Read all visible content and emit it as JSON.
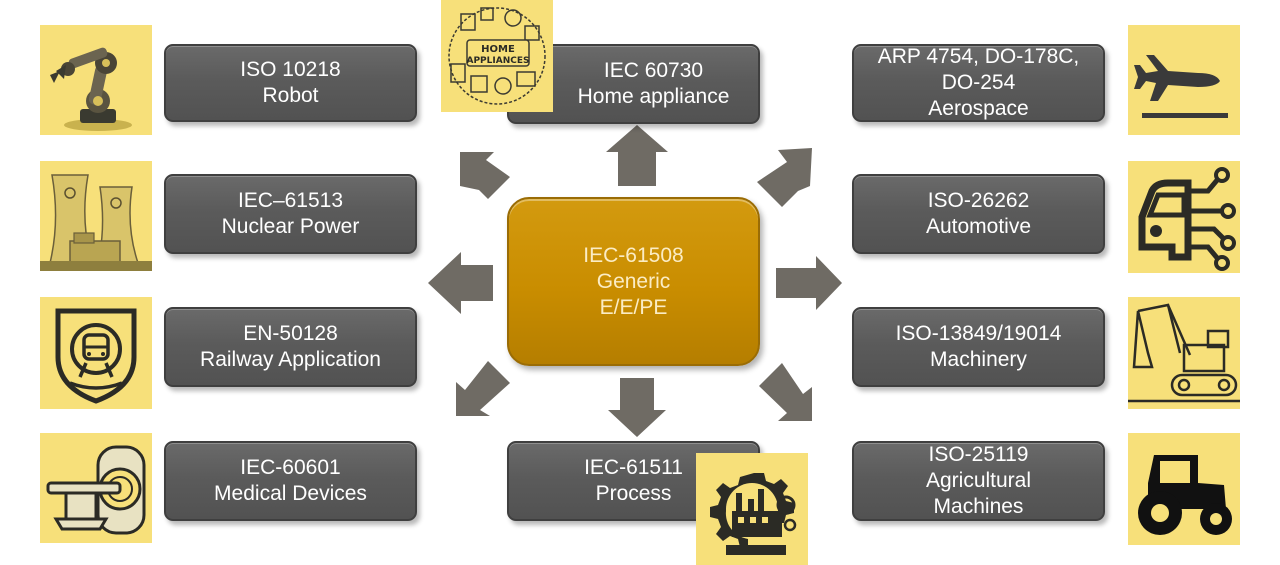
{
  "center": {
    "label": "IEC-61508\nGeneric\nE/E/PE"
  },
  "standards": {
    "robot": "ISO 10218\nRobot",
    "home": "IEC 60730\nHome appliance",
    "aero": "ARP 4754, DO-178C,\nDO-254\nAerospace",
    "nuclear": "IEC–61513\nNuclear Power",
    "auto": "ISO-26262\nAutomotive",
    "rail": "EN-50128\nRailway Application",
    "machinery": "ISO-13849/19014\nMachinery",
    "medical": "IEC-60601\nMedical Devices",
    "process": "IEC-61511\nProcess",
    "agri": "ISO-25119\nAgricultural\nMachines"
  },
  "home_icon_text": {
    "line1": "HOME",
    "line2": "APPLIANCES"
  },
  "colors": {
    "box": "#5b5b5b",
    "center": "#c98d00",
    "tile": "#f7e07a",
    "arrow": "#6f6b64"
  },
  "icons": [
    "robot-arm-icon",
    "home-appliances-icon",
    "airplane-icon",
    "nuclear-plant-icon",
    "connected-car-icon",
    "railway-shield-icon",
    "excavator-icon",
    "mri-scanner-icon",
    "factory-gear-icon",
    "tractor-icon"
  ]
}
